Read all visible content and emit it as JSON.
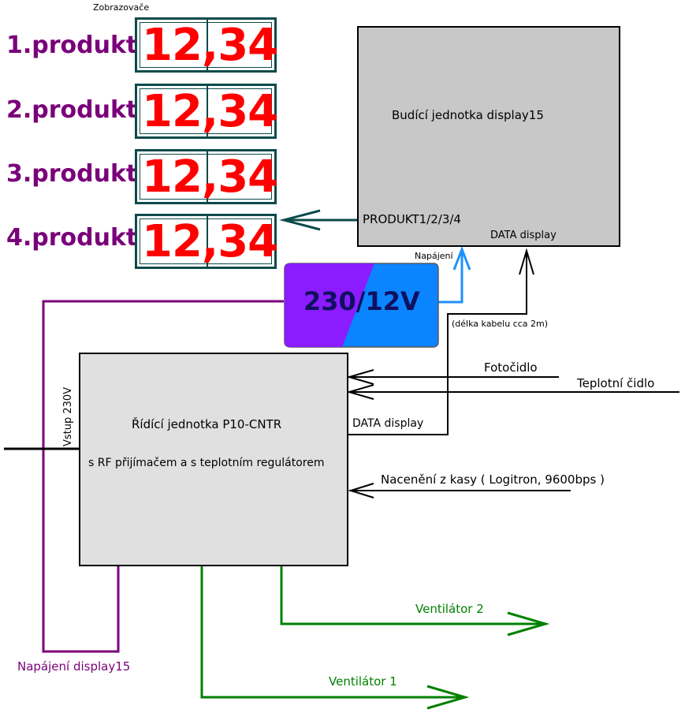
{
  "displays": {
    "header": "Zobrazovače",
    "items": [
      {
        "label": "1.produkt",
        "value": "12,34"
      },
      {
        "label": "2.produkt",
        "value": "12,34"
      },
      {
        "label": "3.produkt",
        "value": "12,34"
      },
      {
        "label": "4.produkt",
        "value": "12,34"
      }
    ]
  },
  "driver_unit": {
    "title": "Budící jednotka display15",
    "output_label": "PRODUKT1/2/3/4",
    "data_label": "DATA display"
  },
  "power_supply": {
    "label": "230/12V",
    "supply_label": "Napájení",
    "cable_note": "(délka kabelu cca 2m)",
    "colors": {
      "left": "#8a1cff",
      "right": "#0a84ff"
    }
  },
  "control_unit": {
    "title": "Řídící jednotka P10-CNTR",
    "subtitle": "s RF přijímačem a s teplotním regulátorem",
    "input_label": "Vstup 230V",
    "data_label": "DATA display"
  },
  "inputs": {
    "photo_sensor": "Fotočidlo",
    "temp_sensor": "Teplotní čidlo",
    "pricing": "Nacenění z kasy ( Logitron, 9600bps )"
  },
  "outputs": {
    "fan2": "Ventilátor 2",
    "fan1": "Ventilátor 1",
    "display_power": "Napájení display15"
  },
  "colors": {
    "purple": "#7a007a",
    "teal": "#0e4a4a",
    "green": "#008000",
    "blue": "#1e90ff",
    "red": "#ff0000",
    "gray_box": "#c8c8c8",
    "light_box": "#e0e0e0"
  }
}
